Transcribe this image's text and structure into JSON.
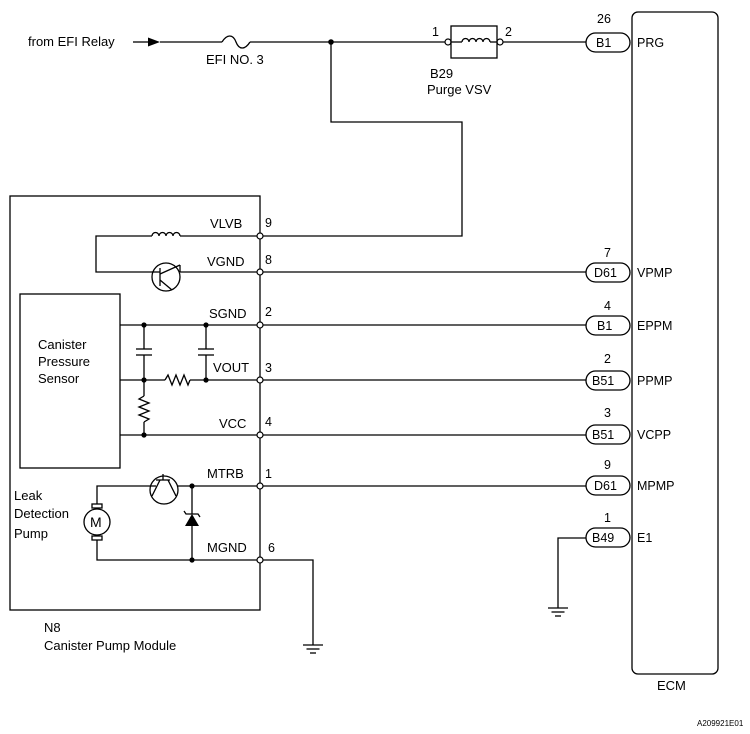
{
  "source": {
    "from": "from EFI Relay",
    "fuse": "EFI NO. 3"
  },
  "vsv": {
    "pin_in": "1",
    "pin_out": "2",
    "code": "B29",
    "name": "Purge VSV"
  },
  "module": {
    "code": "N8",
    "name": "Canister Pump Module",
    "sensor": [
      "Canister",
      "Pressure",
      "Sensor"
    ],
    "pump": [
      "Leak",
      "Detection",
      "Pump"
    ],
    "motor": "M"
  },
  "terminals": [
    {
      "label": "VLVB",
      "pin": "9"
    },
    {
      "label": "VGND",
      "pin": "8"
    },
    {
      "label": "SGND",
      "pin": "2"
    },
    {
      "label": "VOUT",
      "pin": "3"
    },
    {
      "label": "VCC",
      "pin": "4"
    },
    {
      "label": "MTRB",
      "pin": "1"
    },
    {
      "label": "MGND",
      "pin": "6"
    }
  ],
  "ecm": {
    "name": "ECM",
    "pins": [
      {
        "num": "26",
        "conn": "B1",
        "signal": "PRG"
      },
      {
        "num": "7",
        "conn": "D61",
        "signal": "VPMP"
      },
      {
        "num": "4",
        "conn": "B1",
        "signal": "EPPM"
      },
      {
        "num": "2",
        "conn": "B51",
        "signal": "PPMP"
      },
      {
        "num": "3",
        "conn": "B51",
        "signal": "VCPP"
      },
      {
        "num": "9",
        "conn": "D61",
        "signal": "MPMP"
      },
      {
        "num": "1",
        "conn": "B49",
        "signal": "E1"
      }
    ]
  },
  "figure_id": "A209921E01"
}
